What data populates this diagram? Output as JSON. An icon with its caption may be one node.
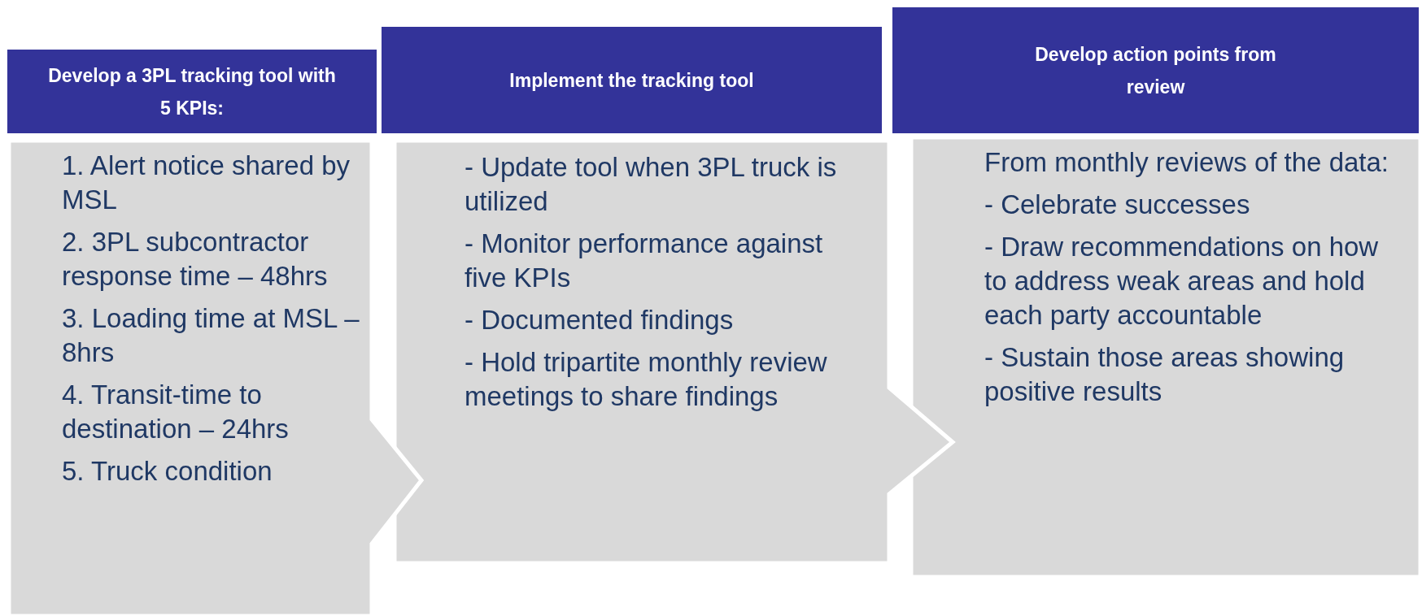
{
  "diagram": {
    "nodes": [
      {
        "text": [
          "Develop a 3PL tracking tool with 5 KPIs:"
        ]
      },
      {
        "text": [
          "Implement the tracking tool"
        ]
      },
      {
        "text": [
          "Develop action points from review"
        ]
      },
      {
        "text": [
          "1. Alert notice shared by MSL",
          "2. 3PL subcontractor response time – 48hrs",
          "3. Loading time at MSL – 8hrs",
          "4. Transit-time to destination – 24hrs",
          "5. Truck condition"
        ]
      },
      {
        "text": [
          "- Update tool when 3PL truck is utilized",
          "- Monitor performance against five KPIs",
          "- Documented findings",
          "- Hold tripartite monthly review meetings to share findings"
        ]
      },
      {
        "text": [
          "From monthly reviews of the data:",
          "- Celebrate successes",
          "- Draw recommendations on how to address weak areas and hold each party accountable",
          "- Sustain those areas showing positive results"
        ]
      }
    ]
  }
}
